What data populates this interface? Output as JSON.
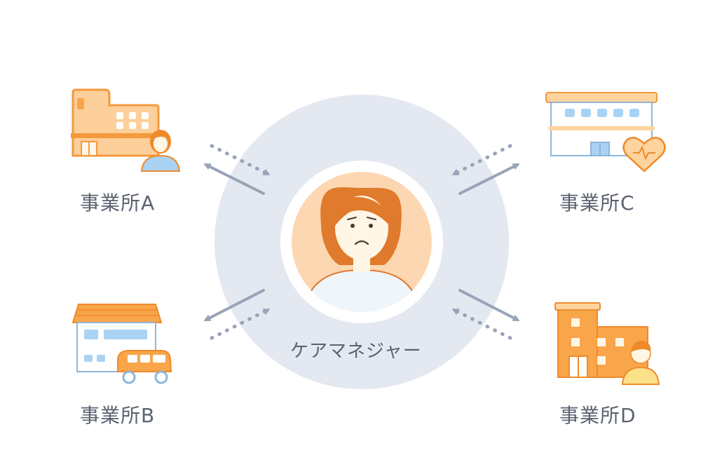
{
  "center": {
    "label": "ケアマネジャー"
  },
  "offices": [
    {
      "id": "a",
      "label": "事業所A"
    },
    {
      "id": "b",
      "label": "事業所B"
    },
    {
      "id": "c",
      "label": "事業所C"
    },
    {
      "id": "d",
      "label": "事業所D"
    }
  ],
  "colors": {
    "orange": "#f9a54a",
    "orange_light": "#fdd39e",
    "orange_dark": "#ef8a2a",
    "circle_bg": "#e3e8f1",
    "arrow": "#99a3b8",
    "blue_window": "#a9d2f3",
    "label_text": "#5b6270"
  }
}
